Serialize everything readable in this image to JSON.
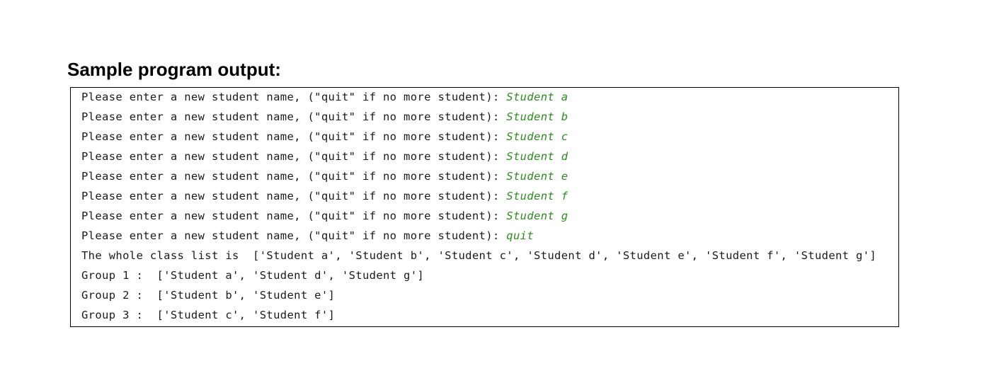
{
  "heading": "Sample program output:",
  "console": {
    "prompt_lines": [
      {
        "prompt": "Please enter a new student name, (\"quit\" if no more student): ",
        "input": "Student a"
      },
      {
        "prompt": "Please enter a new student name, (\"quit\" if no more student): ",
        "input": "Student b"
      },
      {
        "prompt": "Please enter a new student name, (\"quit\" if no more student): ",
        "input": "Student c"
      },
      {
        "prompt": "Please enter a new student name, (\"quit\" if no more student): ",
        "input": "Student d"
      },
      {
        "prompt": "Please enter a new student name, (\"quit\" if no more student): ",
        "input": "Student e"
      },
      {
        "prompt": "Please enter a new student name, (\"quit\" if no more student): ",
        "input": "Student f"
      },
      {
        "prompt": "Please enter a new student name, (\"quit\" if no more student): ",
        "input": "Student g"
      },
      {
        "prompt": "Please enter a new student name, (\"quit\" if no more student): ",
        "input": "quit"
      }
    ],
    "output_lines": [
      "The whole class list is  ['Student a', 'Student b', 'Student c', 'Student d', 'Student e', 'Student f', 'Student g']",
      "Group 1 :  ['Student a', 'Student d', 'Student g']",
      "Group 2 :  ['Student b', 'Student e']",
      "Group 3 :  ['Student c', 'Student f']"
    ]
  },
  "colors": {
    "user_input": "#2c8a1f",
    "text": "#1a1a1a",
    "border": "#000000"
  }
}
